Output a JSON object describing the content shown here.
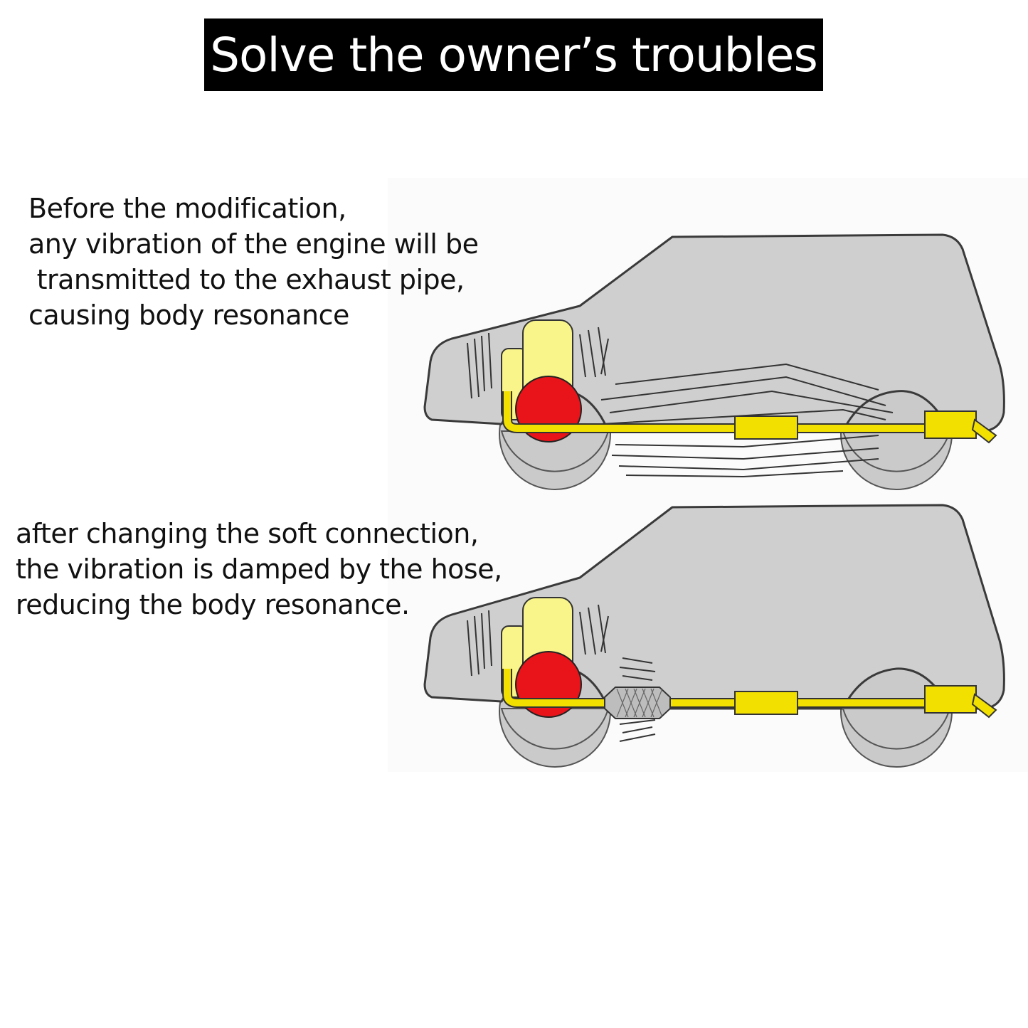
{
  "title": "Solve the owner’s troubles",
  "before": {
    "lines": [
      "Before the modification,",
      "any vibration of the engine will be",
      " transmitted to the exhaust pipe,",
      "causing body resonance"
    ]
  },
  "after": {
    "lines": [
      "after changing the soft connection,",
      "the vibration is damped by the hose,",
      "reducing the body resonance."
    ]
  },
  "colors": {
    "car_body": "#cfcfcf",
    "engine": "#f9f58a",
    "wheel_hub": "#e8141a",
    "exhaust_pipe": "#f2e000",
    "title_bg": "#000000"
  }
}
